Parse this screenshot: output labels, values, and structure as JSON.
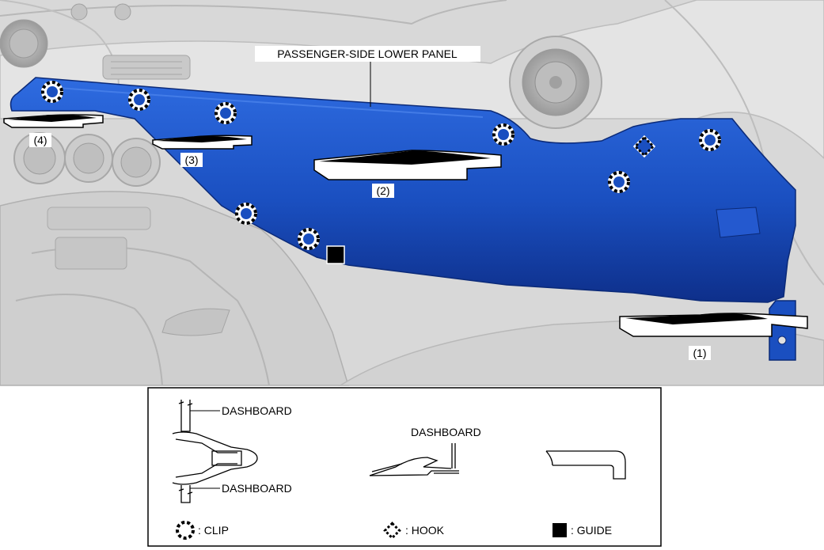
{
  "diagram": {
    "panel_label": "PASSENGER-SIDE LOWER PANEL",
    "removal_steps": [
      "(1)",
      "(2)",
      "(3)",
      "(4)"
    ]
  },
  "legend": {
    "clip_detail": {
      "top_label": "DASHBOARD",
      "bottom_label": "DASHBOARD"
    },
    "hook_detail": {
      "label": "DASHBOARD"
    },
    "symbols": {
      "clip": ": CLIP",
      "hook": ": HOOK",
      "guide": ": GUIDE"
    }
  },
  "colors": {
    "panel": "#1a4fc0",
    "background": "#dcdcdc",
    "legend_border": "#000000"
  }
}
